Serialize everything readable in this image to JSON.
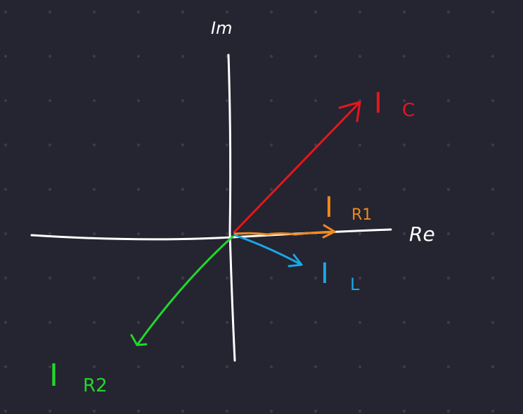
{
  "colors": {
    "background": "#252431",
    "grid_dot": "#3b3a4a",
    "axes": "#ffffff",
    "ic": "#e5171b",
    "ir1": "#f08a1c",
    "il": "#1aa7e6",
    "ir2": "#23d62c"
  },
  "axes": {
    "real_label": "Re",
    "imag_label": "Im"
  },
  "phasors": {
    "ic": {
      "label": "I",
      "sub": "C"
    },
    "ir1": {
      "label": "I",
      "sub": "R1"
    },
    "il": {
      "label": "I",
      "sub": "L"
    },
    "ir2": {
      "label": "I",
      "sub": "R2"
    }
  }
}
